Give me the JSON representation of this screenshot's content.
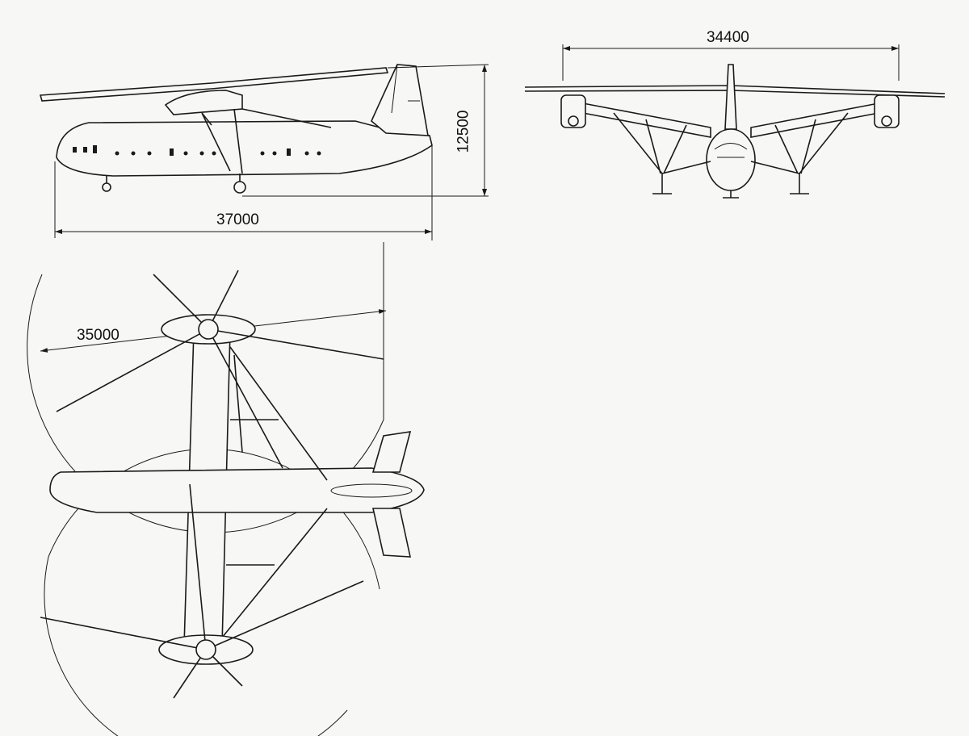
{
  "title": "Three-view drawing of twin-rotor heavy-lift helicopter",
  "dimensions": {
    "side_length": "37000",
    "side_height": "12500",
    "front_span": "34400",
    "top_rotor_diameter": "35000"
  }
}
